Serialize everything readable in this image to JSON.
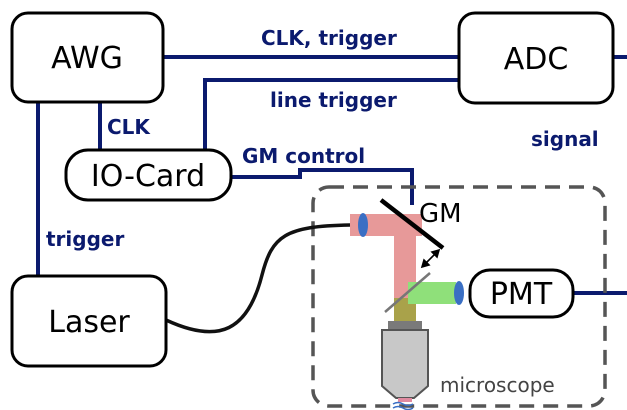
{
  "blocks": {
    "awg": "AWG",
    "adc": "ADC",
    "io_card": "IO-Card",
    "laser": "Laser",
    "pmt": "PMT"
  },
  "connections": {
    "clk_trigger": "CLK, trigger",
    "line_trigger": "line trigger",
    "clk": "CLK",
    "gm_control": "GM control",
    "trigger": "trigger",
    "signal": "signal"
  },
  "optics": {
    "gm": "GM",
    "microscope": "microscope"
  },
  "colors": {
    "line": "#0b1a6e",
    "laser_beam": "#e79999",
    "fluorescence_beam": "#8fe07a",
    "mixed_beam": "#a9a24a",
    "lens": "#3a6fc4",
    "objective": "#c8c8c8"
  }
}
